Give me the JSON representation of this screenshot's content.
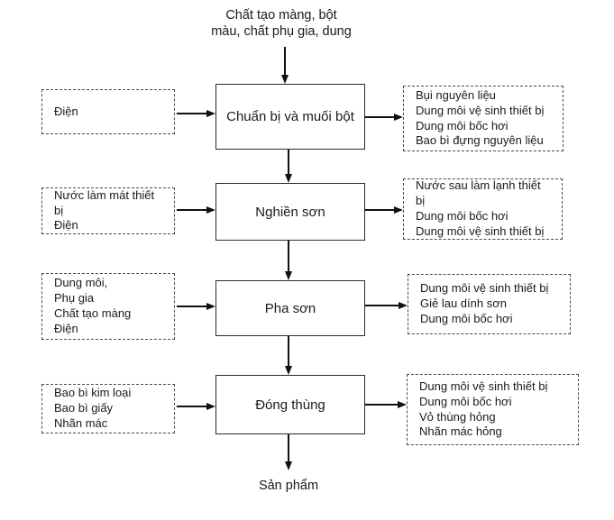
{
  "diagram": {
    "top_label": "Chất tạo màng, bột\nmàu, chất phụ gia, dung",
    "bottom_label": "Sản phẩm",
    "colors": {
      "line": "#111111",
      "text": "#1a1a1a",
      "background": "#ffffff"
    },
    "rows": [
      {
        "input": "Điện",
        "process": "Chuẩn bị và muối bột",
        "output": "Bụi nguyên liệu\nDung môi vệ sinh thiết bị\nDung môi bốc hơi\nBao bì đựng nguyên liệu"
      },
      {
        "input": "Nước làm mát thiết bị\nĐiện",
        "process": "Nghiền sơn",
        "output": "Nước sau làm lạnh thiết bị\nDung môi bốc hơi\nDung môi vệ sinh thiết bị"
      },
      {
        "input": "Dung môi,\nPhụ gia\nChất tạo màng\nĐiện",
        "process": "Pha sơn",
        "output": "Dung môi vệ sinh thiết bị\nGiẻ lau dính sơn\nDung môi bốc hơi"
      },
      {
        "input": "Bao bì kim loại\nBao bì giấy\nNhãn mác",
        "process": "Đóng thùng",
        "output": "Dung môi vệ sinh thiết bị\nDung môi bốc hơi\nVỏ thùng hỏng\nNhãn mác hỏng"
      }
    ]
  }
}
